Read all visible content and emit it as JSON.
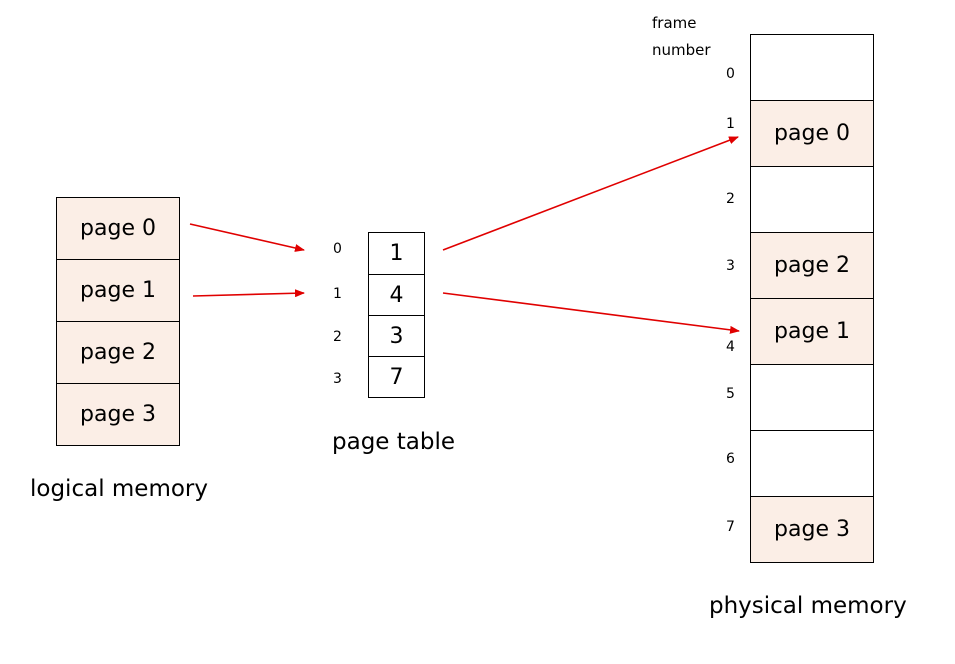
{
  "logical_memory": {
    "caption": "logical memory",
    "pages": [
      "page 0",
      "page 1",
      "page 2",
      "page 3"
    ]
  },
  "page_table": {
    "caption": "page table",
    "indices": [
      "0",
      "1",
      "2",
      "3"
    ],
    "entries": [
      "1",
      "4",
      "3",
      "7"
    ]
  },
  "physical_memory": {
    "caption": "physical memory",
    "header_line1": "frame",
    "header_line2": "number",
    "frame_numbers": [
      "0",
      "1",
      "2",
      "3",
      "4",
      "5",
      "6",
      "7"
    ],
    "frames": [
      "",
      "page 0",
      "",
      "page 2",
      "page 1",
      "",
      "",
      "page 3"
    ]
  },
  "colors": {
    "page_fill": "#fbeee6",
    "arrow": "#e00000",
    "border": "#000000"
  }
}
